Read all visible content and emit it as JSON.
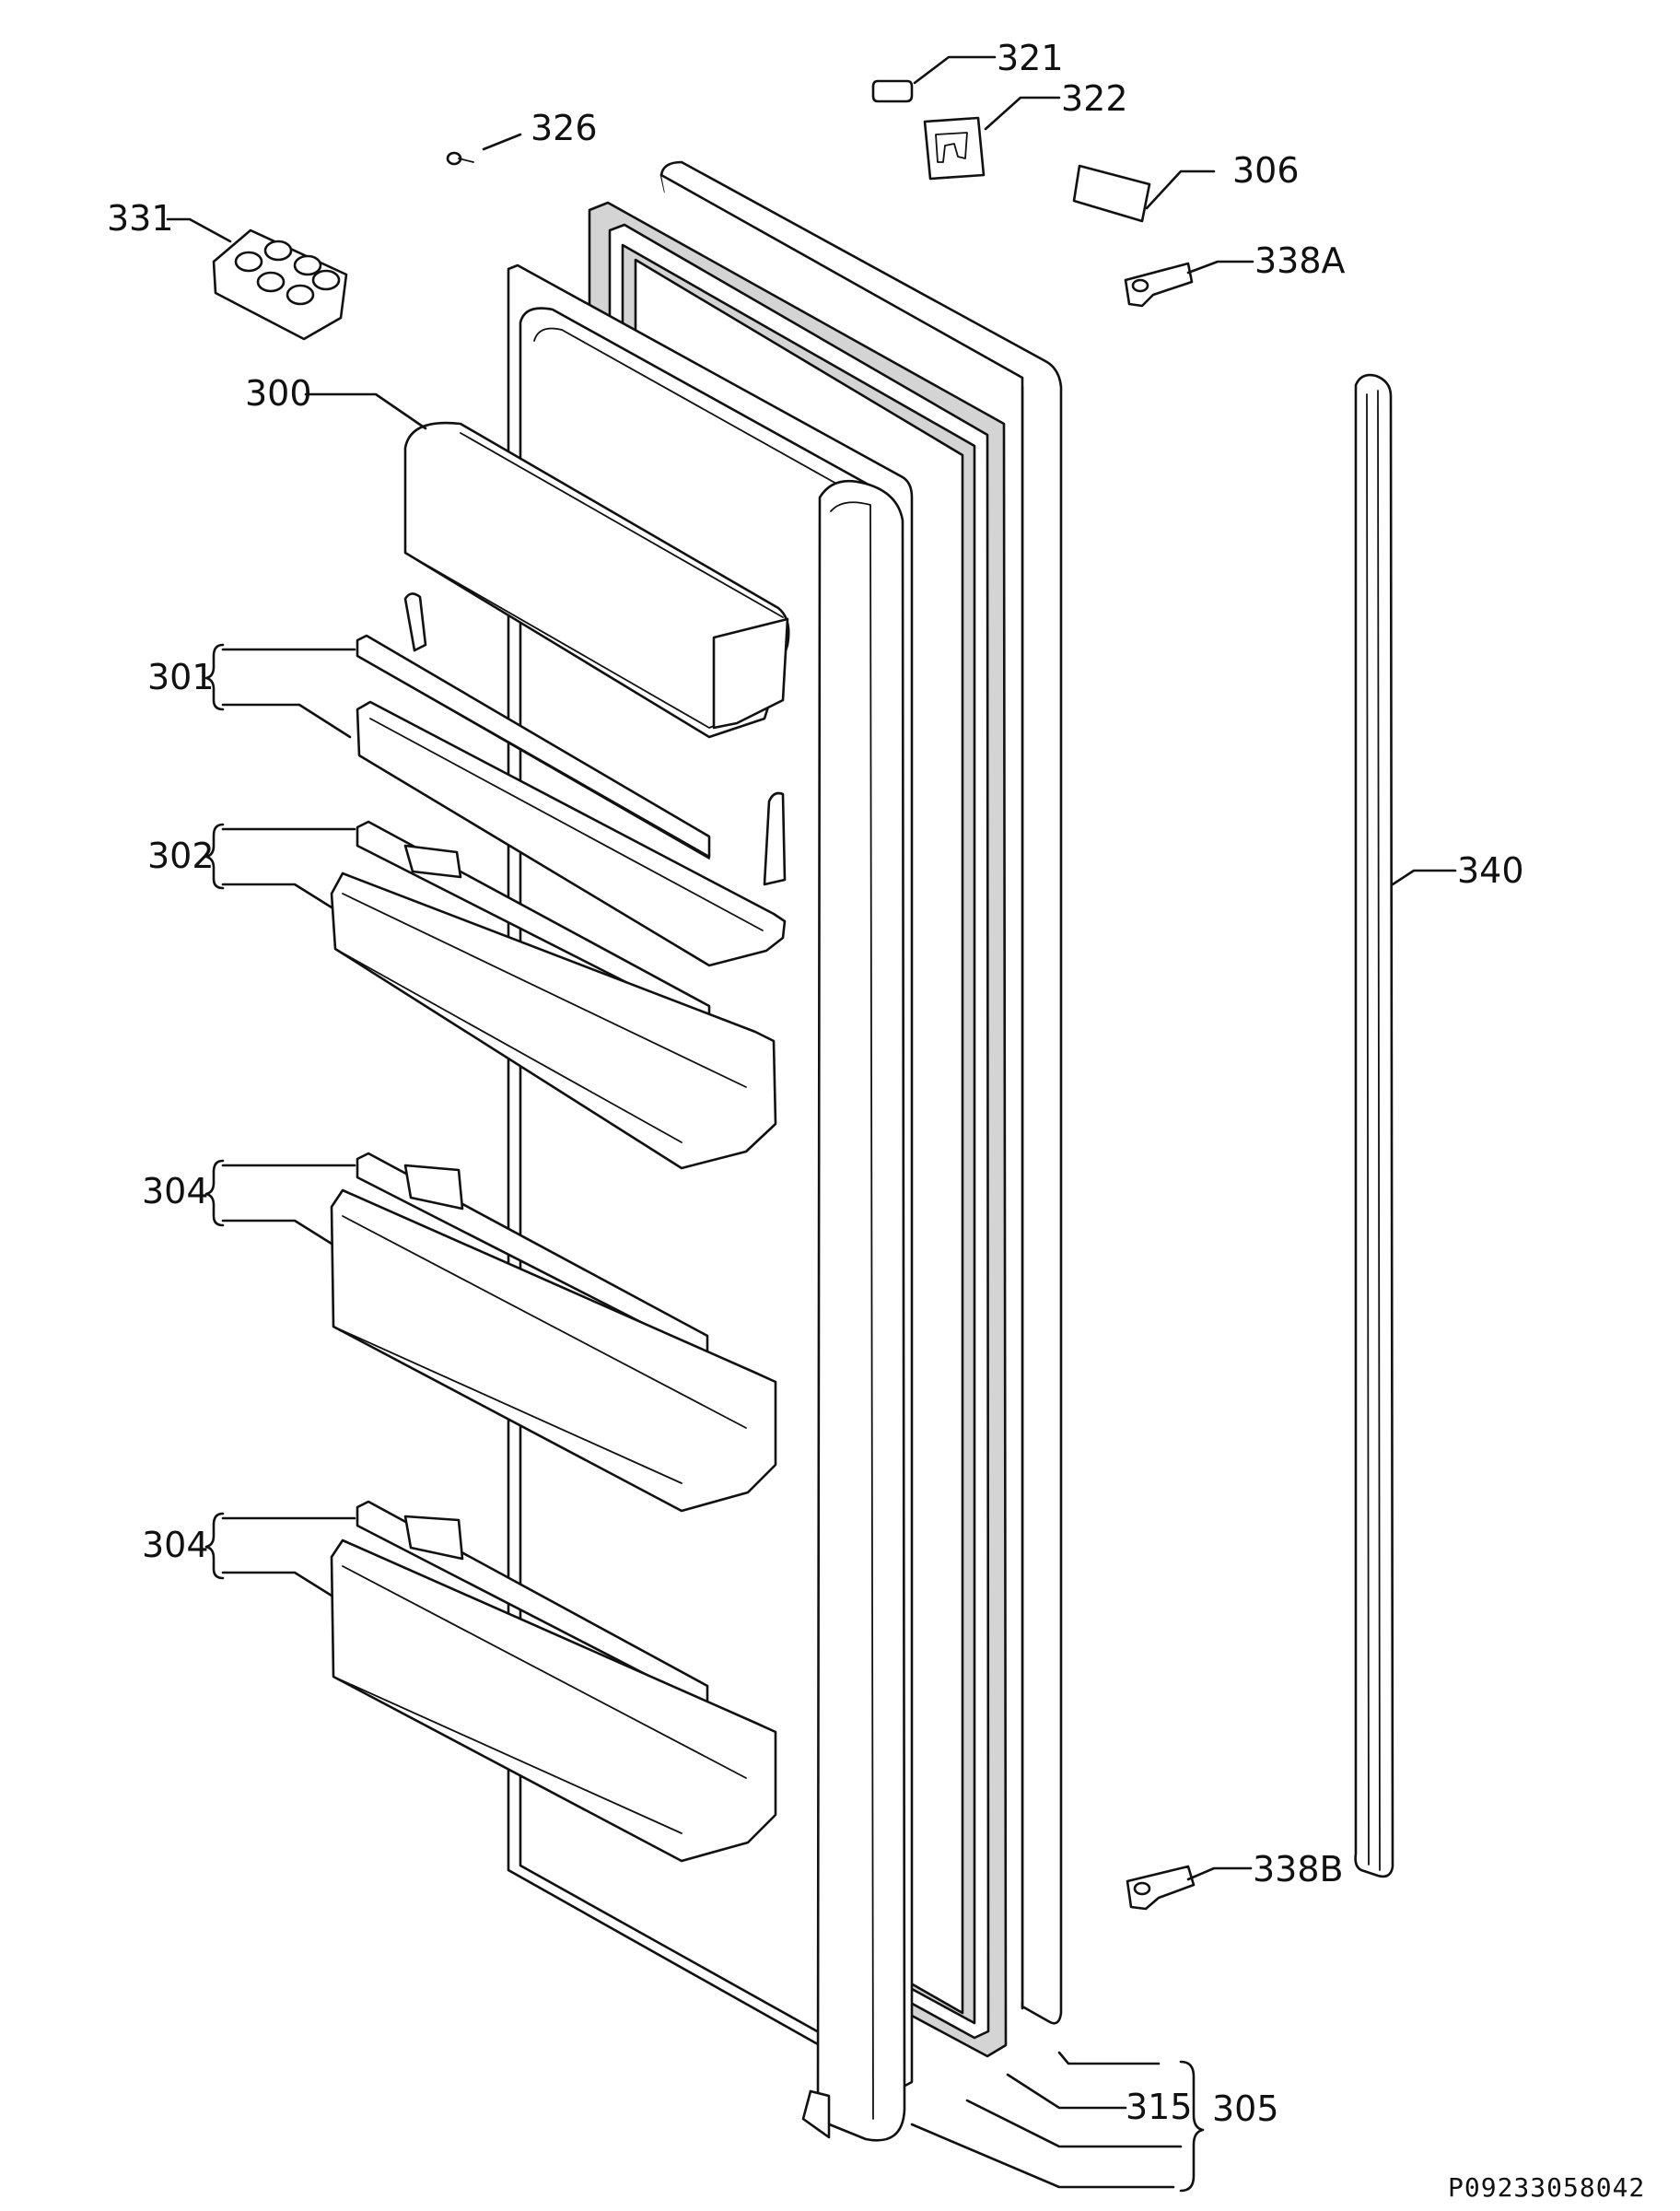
{
  "diagram": {
    "labels": {
      "p321": "321",
      "p322": "322",
      "p326": "326",
      "p306": "306",
      "p331": "331",
      "p338a": "338A",
      "p300": "300",
      "p301": "301",
      "p302": "302",
      "p340": "340",
      "p304a": "304",
      "p304b": "304",
      "p338b": "338B",
      "p315": "315",
      "p305": "305"
    },
    "drawing_number": "P09233058042"
  },
  "colors": {
    "line": "#111111",
    "background": "#ffffff",
    "shade": "#d4d4d4"
  }
}
